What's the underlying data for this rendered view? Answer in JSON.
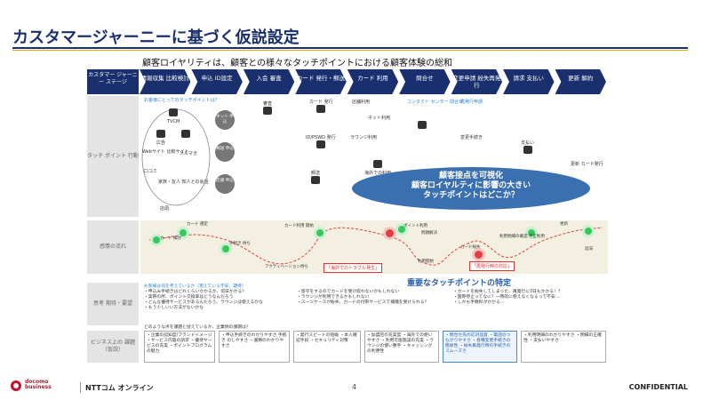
{
  "title": "カスタマージャーニーに基づく仮説設定",
  "subtitle": "顧客ロイヤリティは、顧客との様々なタッチポイントにおける顧客体験の総和",
  "stage_label": "カスタマー ジャーニー ステージ",
  "stages": [
    "情報収集 比較検討",
    "申込 ID設定",
    "入会 審査",
    "カード 発行・郵送",
    "カード 利用",
    "問合せ",
    "変更申請 紛失再発行",
    "請求 支払い",
    "更新 解約"
  ],
  "rows": {
    "touch": "タッチ ポイント 行動",
    "emotion": "感情の流れ",
    "thought": "思考 期待・要望",
    "issues": "ビジネス上の 課題（仮説）"
  },
  "touchpoints": {
    "question": "お客様にとってのタッチポイントは？",
    "tvcm": "TVCM",
    "ad": "広告",
    "web": "Webサイト 比較サイト",
    "mailmag": "メルマガ",
    "sns": "口コミ",
    "family": "家族・友人 知人との会話",
    "store": "店頭",
    "net_apply": "ネット 申込",
    "mail_apply": "郵送 申込",
    "store_apply": "店頭 申込",
    "review": "審査",
    "card_issue": "カード 発行",
    "idpw": "ID/PSWD 発行",
    "post": "郵送",
    "store_use": "店舗利用",
    "net_use": "ネット利用",
    "lounge": "ラウンジ利用",
    "overseas": "海外での利用",
    "contact": "コンタクト センター 問合せ",
    "reissue": "再発行申請",
    "change": "変更手続き",
    "pay": "支払い",
    "renew": "更新 カード発行"
  },
  "ellipse": [
    "顧客接点を可視化",
    "顧客ロイヤルティに影響の大きい",
    "タッチポイントはどこか？"
  ],
  "emotion_labels": {
    "card_review": "カード 検討",
    "card_choose": "カード 選定",
    "apply": "手続き 待ち",
    "activation": "アクティベーション待ち",
    "card_first": "カード利用 開始",
    "point_use": "ポイント利用",
    "trouble": "「海外でのトラブル発生」",
    "settle": "問題解決",
    "reissue_word": "利用明細の確認 不正利用",
    "card_lost": "カード紛失",
    "reissue_done": "利用開始",
    "renew": "更新",
    "reissue_callout": "「再発行時の対応」",
    "renew_done": "延滞"
  },
  "important_title": "重要なタッチポイントの特定",
  "thoughts": {
    "q": "お客様は何を考えているか（抱えている不安、期待）",
    "a1": "・申込み手続きはどれくらいかかるか、何日かかる？",
    "a2": "・実際の所、ポイント交換率はどうなんだろう",
    "a3": "・どんな優待サービスがあるんだろう、ラウンジは使えるかな",
    "a4": "・もう少しいい方法がないかな",
    "b1": "・留守をするのでカードを受け取れないかもしれない",
    "b2": "・ラウンジが利用できるかもしれない",
    "b3": "・スーツケースが紛失、カードの付帯サービスで補償を受けられる？",
    "c1": "・カードを紛失してしまった、再発行に3日もかかる！？",
    "c2": "・国際停止ってなに？一時的に使えなくなるって不安…",
    "c3": "・しかも手数料がかかる…"
  },
  "issues": {
    "q": "どのような点を課題と捉えているか、企業側の課題は？",
    "i1": "・企業の認知度/ブランドイメージ ・サービス内容の訴求 ・優待サービスの充実 ・ポイントプログラムの魅力",
    "i2": "・申込手続きのわかりやすさ 手続き のしやすさ ・書類のわかりやすさ",
    "i3": "・発行スピードの短縮 ・本人確認手段 ・セキュリティ対策",
    "i4": "・加盟店の充実度 ・海外での使いやすさ ・利用可能施設の充実 ・ラウンジの使い勝手 ・キャッシングの利便性",
    "i5": "・問合せ先の応対品質 ・電話のつながりやすさ ・各種変更手続きの簡易性 ・紛失再発行時の手続きのスムーズさ",
    "i6": "・利用明細のわかりやすさ ・明細の正確性 ・支払いやすさ"
  },
  "footer": {
    "logo": "docomo business",
    "brand": "NTTコム オンライン",
    "page": "4",
    "confidential": "CONFIDENTIAL"
  },
  "colors": {
    "navy": "#1a2f6e",
    "gold": "#e3a800",
    "ellipse": "#3a6fb0",
    "accent_red": "#c8102e"
  }
}
